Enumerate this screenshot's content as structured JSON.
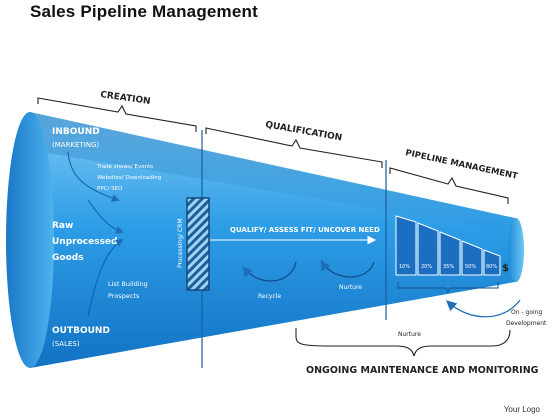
{
  "title": "Sales Pipeline Management",
  "brackets": {
    "creation": "CREATION",
    "qualification": "QUALIFICATION",
    "pipeline_management": "PIPELINE MANAGEMENT"
  },
  "inbound": {
    "heading": "INBOUND",
    "subheading": "(MARKETING)",
    "items": [
      "Trade shows/ Events",
      "Websites/ Downloading",
      "PPC/ SEO"
    ]
  },
  "raw_goods": [
    "Raw",
    "Unprocessed",
    "Goods"
  ],
  "outbound": {
    "heading": "OUTBOUND",
    "subheading": "(SALES)",
    "items": [
      "List Building",
      "Prospects"
    ]
  },
  "processing_label": "Processing/ CRM",
  "qualify_label": "QUALIFY/ ASSESS FIT/ UNCOVER NEED",
  "recycle_label": "Recycle",
  "nurture_label": "Nurture",
  "nurture_bottom_label": "Nurture",
  "percent_labels": [
    "10%",
    "20%",
    "35%",
    "50%",
    "80%"
  ],
  "currency_symbol": "$",
  "ongoing_development": [
    "On - going",
    "Development"
  ],
  "maintenance_label": "ONGOING MAINTENANCE AND MONITORING",
  "logo_text": "Your Logo",
  "colors": {
    "funnel_light": "#4fb4ea",
    "funnel_dark": "#1f7fcf",
    "text_light": "#ffffff",
    "ink": "#222222"
  }
}
